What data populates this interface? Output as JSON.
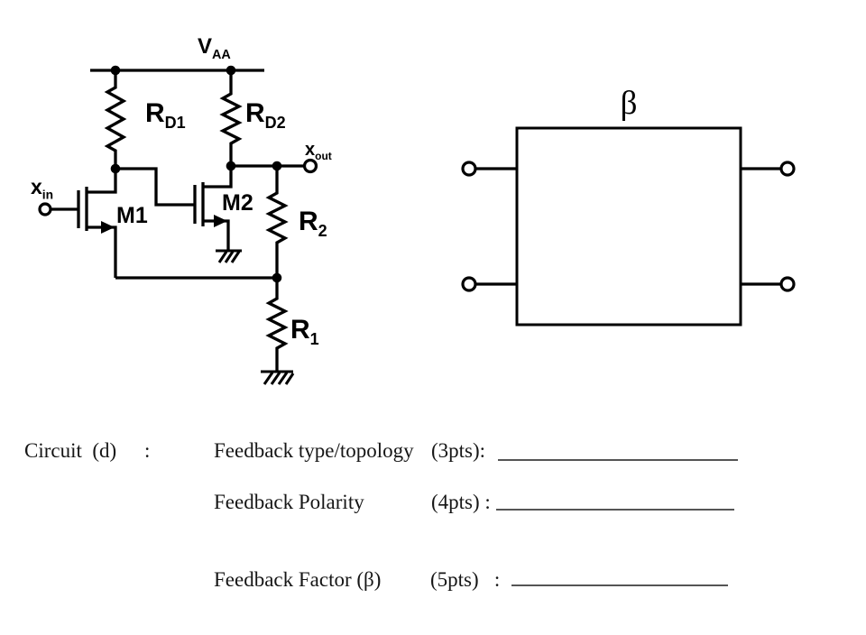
{
  "figure": {
    "supply": {
      "main": "V",
      "sub": "AA"
    },
    "rd1": {
      "main": "R",
      "sub": "D1"
    },
    "rd2": {
      "main": "R",
      "sub": "D2"
    },
    "xin": {
      "main": "x",
      "sub": "in"
    },
    "xout": {
      "main": "x",
      "sub": "out"
    },
    "m1": "M1",
    "m2": "M2",
    "r2": {
      "main": "R",
      "sub": "2"
    },
    "r1": {
      "main": "R",
      "sub": "1"
    },
    "beta": "β"
  },
  "questions": {
    "circuit_label": "Circuit  (d)",
    "colon": ":",
    "rows": [
      {
        "label": "Feedback type/topology",
        "pts": "(3pts):"
      },
      {
        "label": "Feedback Polarity",
        "pts": "(4pts) :"
      },
      {
        "label": "Feedback Factor (β)",
        "pts": "(5pts)   :"
      }
    ]
  },
  "colors": {
    "ink": "#000000",
    "underline": "#555555"
  }
}
